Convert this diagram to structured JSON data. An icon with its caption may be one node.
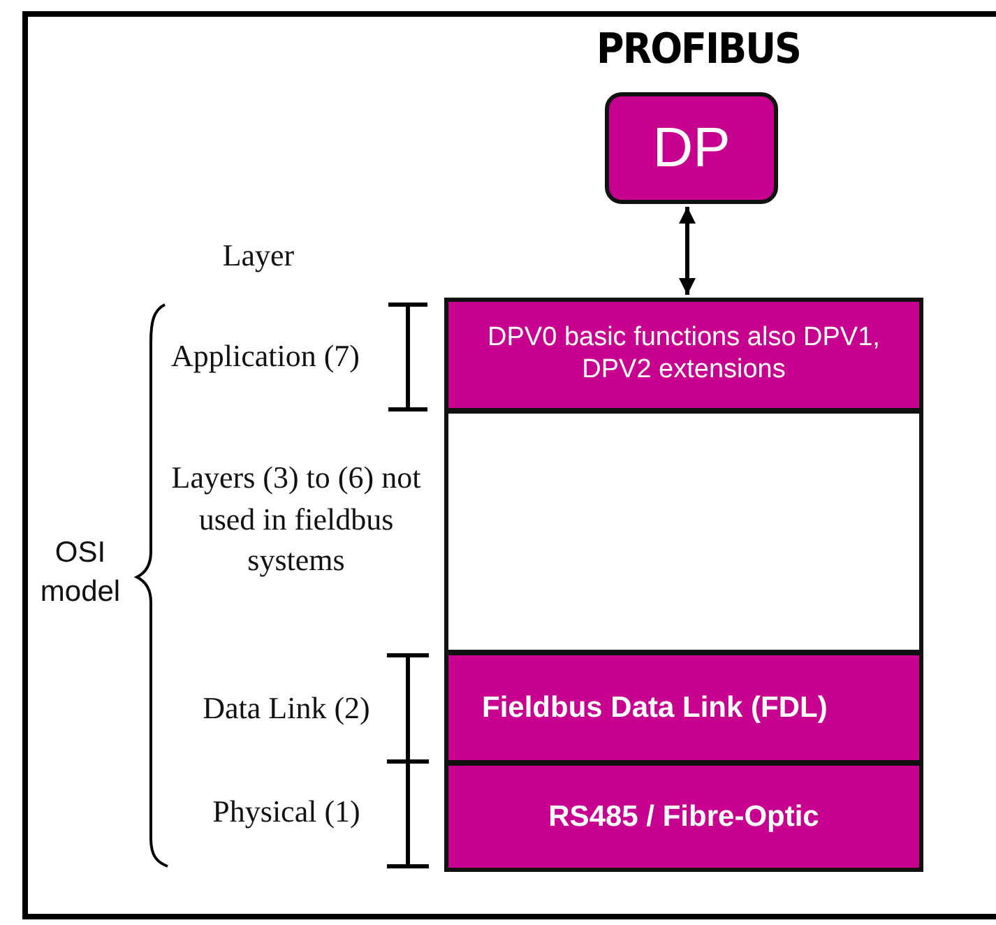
{
  "diagram": {
    "title": "PROFIBUS",
    "nodes": [
      {
        "text": [
          "DP"
        ]
      },
      {
        "text": [
          "DPV0 basic functions also DPV1, DPV2 extensions"
        ]
      },
      {
        "text": [],
        "shape": "box"
      },
      {
        "text": [
          "Fieldbus Data Link (FDL)"
        ]
      },
      {
        "text": [
          "RS485 / Fibre-Optic"
        ]
      }
    ],
    "edges": [
      {
        "from": 0,
        "to": 1,
        "arrow": "both"
      }
    ],
    "labels": [
      "Layer",
      "Application (7)",
      "OSI model",
      "Layers (3) to (6) not used in fieldbus systems",
      "Data Link (2)",
      "Physical (1)"
    ]
  }
}
